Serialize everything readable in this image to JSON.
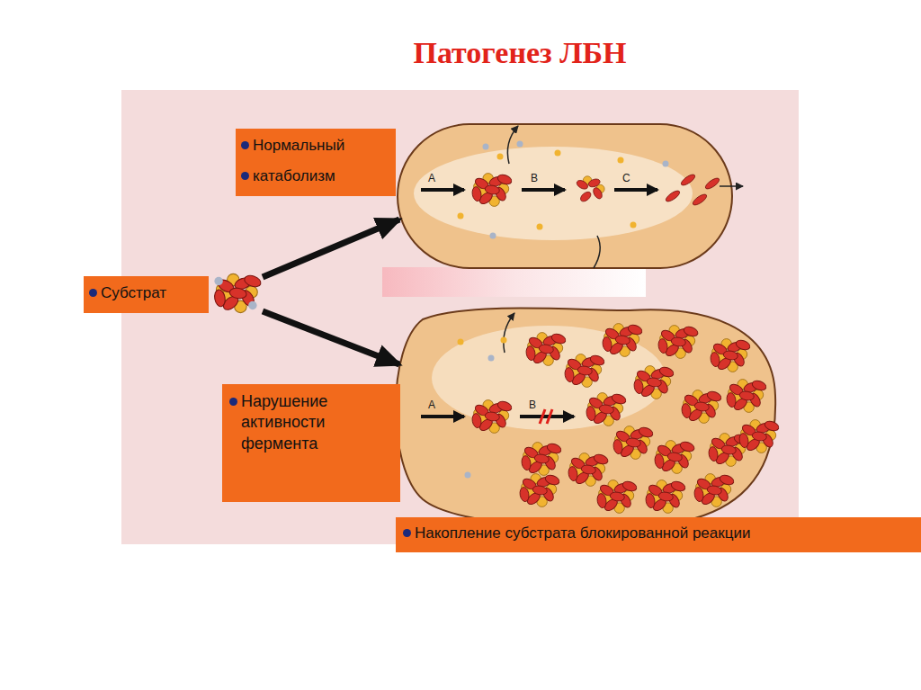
{
  "diagram": {
    "title": "Патогенез ЛБН",
    "nodes": [
      {
        "text": [
          "Нормальный",
          "катаболизм"
        ]
      },
      {
        "text": [
          "Субстрат"
        ]
      },
      {
        "text": [
          "Нарушение активности фермента"
        ]
      },
      {
        "text": [
          "Накопление субстрата блокированной реакции"
        ]
      }
    ],
    "labels": [
      "A",
      "B",
      "C",
      "A",
      "B"
    ]
  }
}
